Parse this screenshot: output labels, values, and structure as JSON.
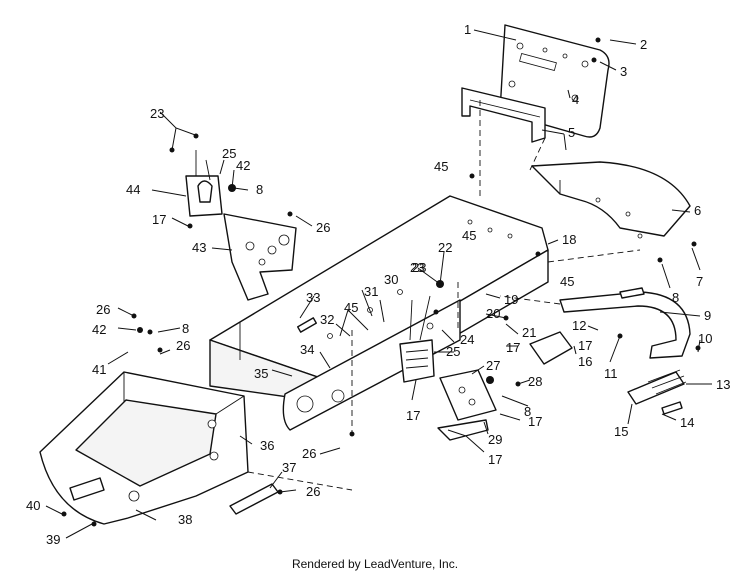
{
  "footer": "Rendered by LeadVenture, Inc.",
  "callouts": {
    "c1": "1",
    "c2": "2",
    "c3": "3",
    "c4": "4",
    "c5": "5",
    "c6": "6",
    "c7": "7",
    "c8": "8",
    "c9": "9",
    "c10": "10",
    "c11": "11",
    "c12": "12",
    "c13": "13",
    "c14": "14",
    "c15": "15",
    "c16": "16",
    "c17": "17",
    "c18": "18",
    "c19": "19",
    "c20": "20",
    "c21": "21",
    "c22": "22",
    "c23": "23",
    "c24": "24",
    "c25": "25",
    "c26": "26",
    "c27": "27",
    "c28": "28",
    "c29": "29",
    "c30": "30",
    "c31": "31",
    "c32": "32",
    "c33": "33",
    "c34": "34",
    "c35": "35",
    "c36": "36",
    "c37": "37",
    "c38": "38",
    "c39": "39",
    "c40": "40",
    "c41": "41",
    "c42": "42",
    "c43": "43",
    "c44": "44",
    "c45": "45"
  }
}
